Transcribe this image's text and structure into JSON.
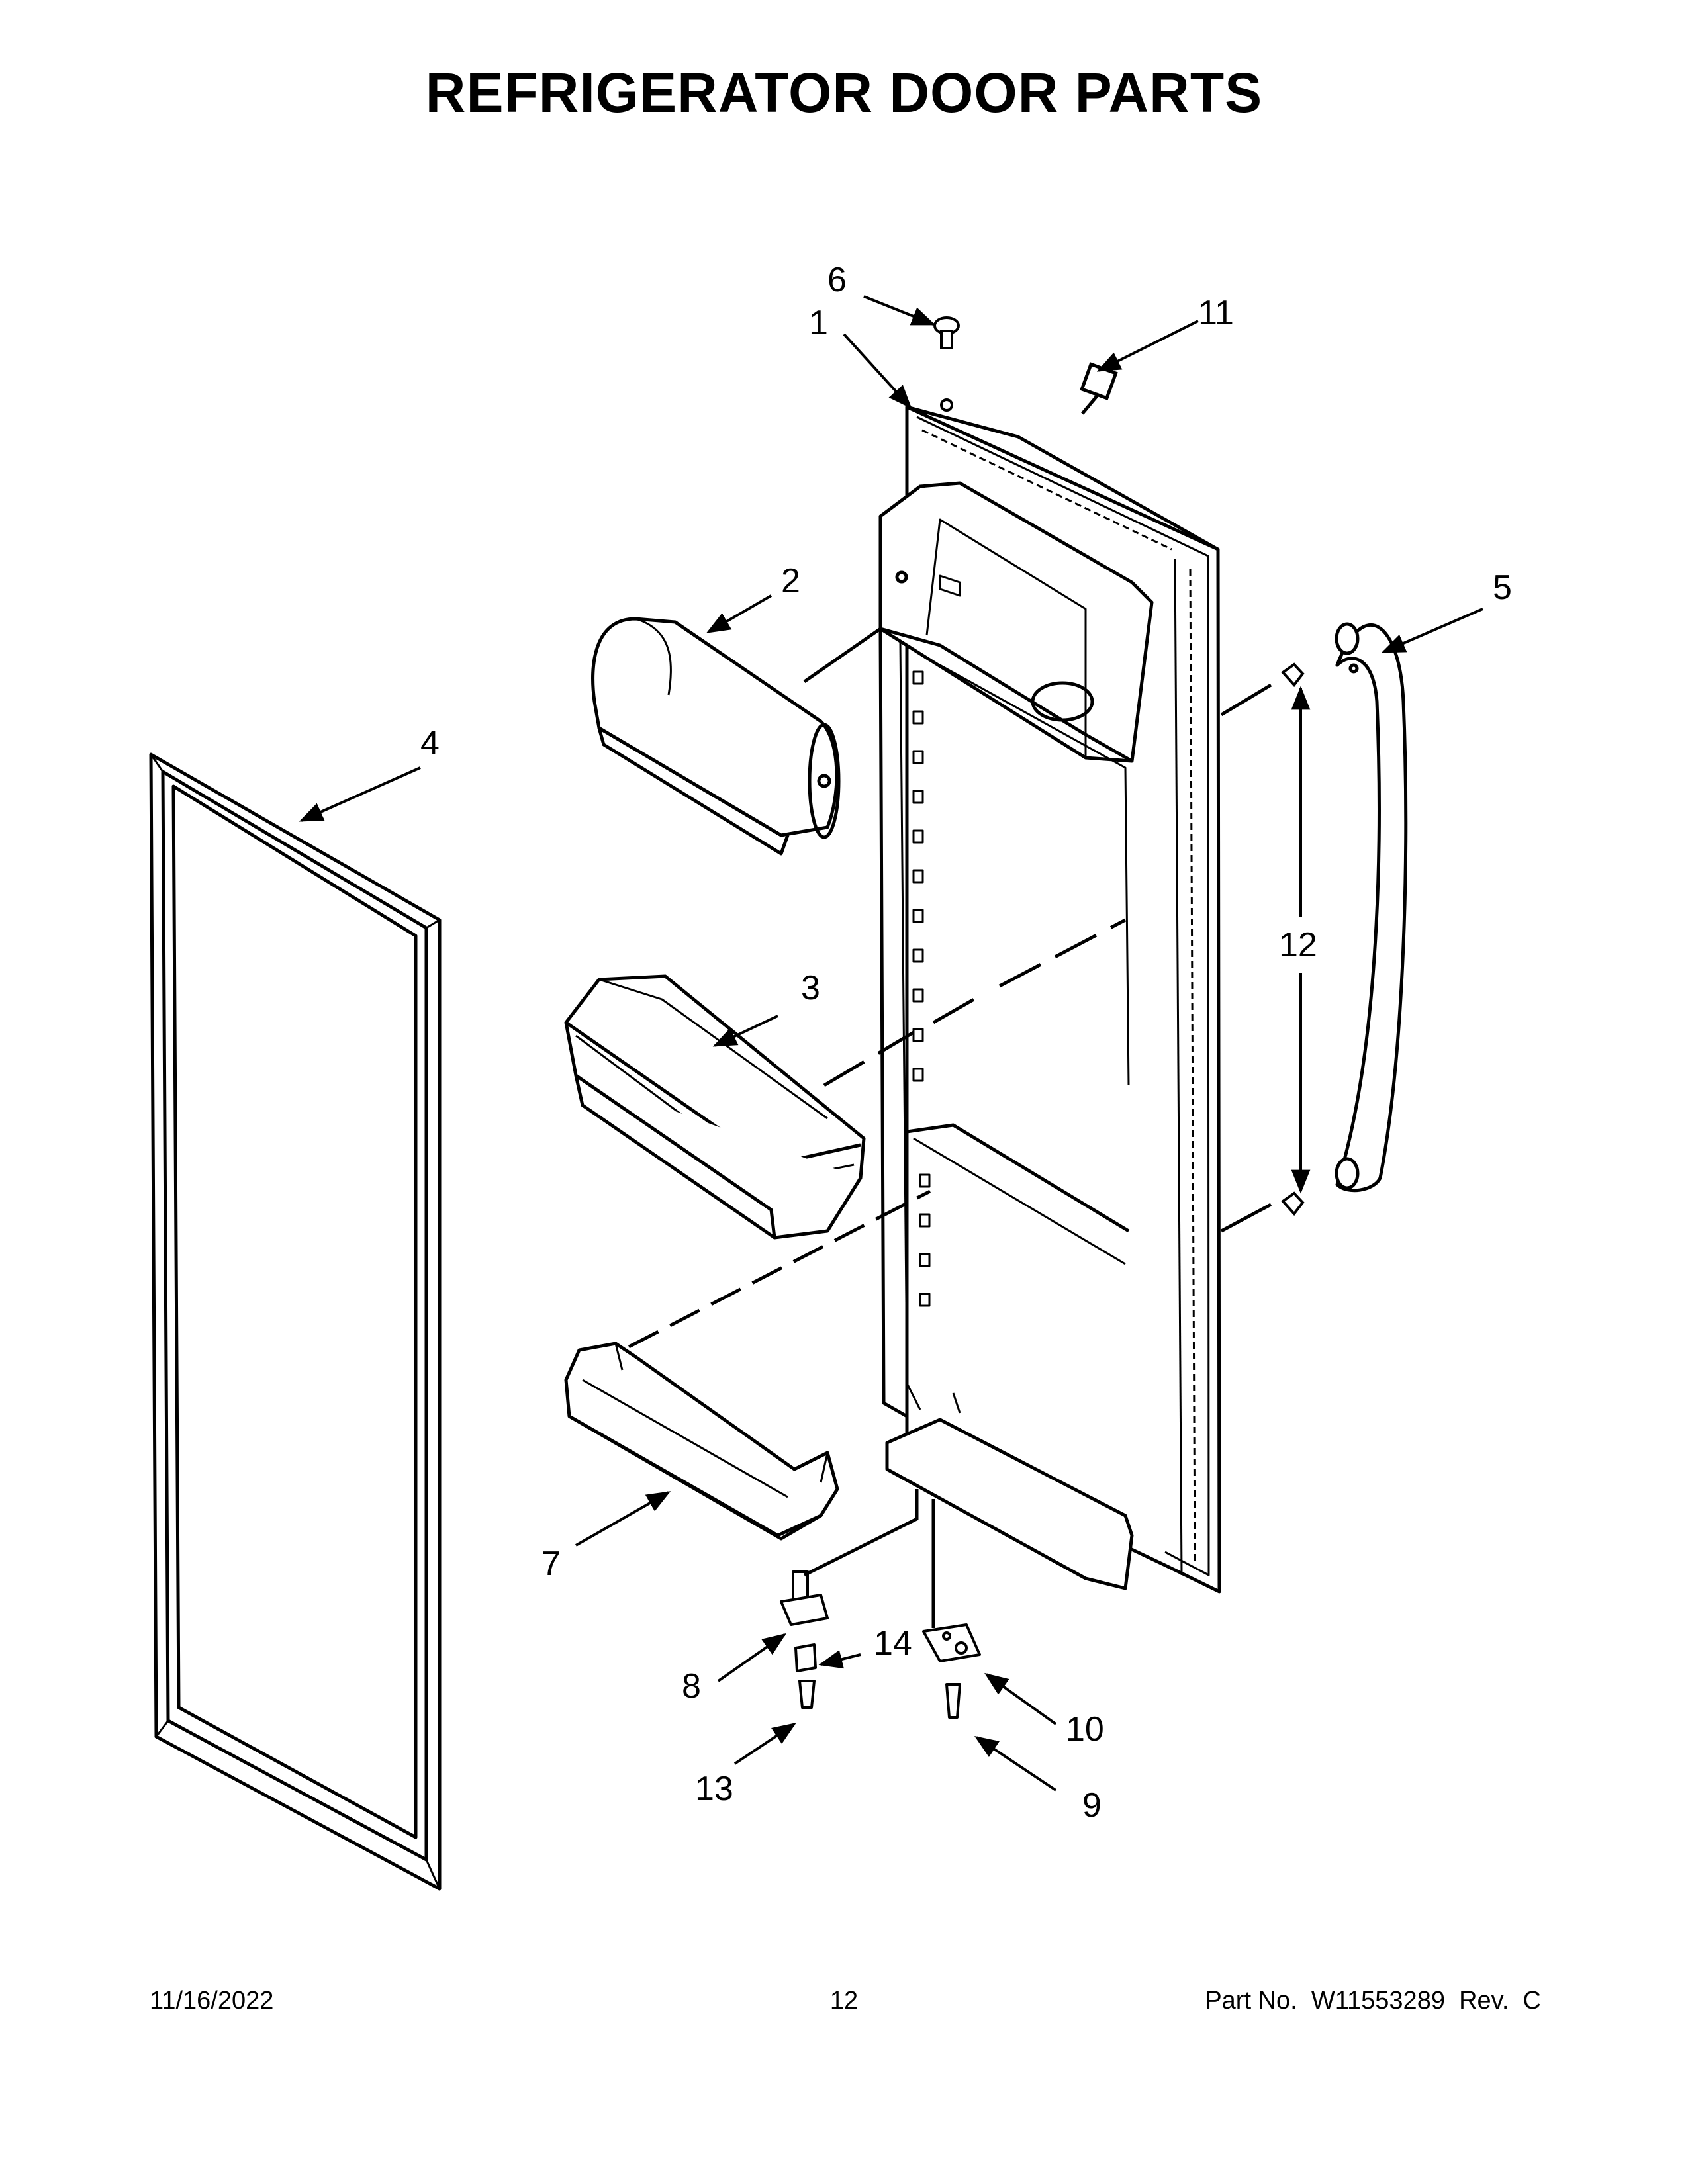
{
  "title": "REFRIGERATOR DOOR PARTS",
  "callouts": {
    "c1": "1",
    "c2": "2",
    "c3": "3",
    "c4": "4",
    "c5": "5",
    "c6": "6",
    "c7": "7",
    "c8": "8",
    "c9": "9",
    "c10": "10",
    "c11": "11",
    "c12": "12",
    "c13": "13",
    "c14": "14"
  },
  "footer": {
    "date": "11/16/2022",
    "page": "12",
    "part_label": "Part No.",
    "part_number": "W11553289",
    "rev_label": "Rev.",
    "rev": "C"
  }
}
